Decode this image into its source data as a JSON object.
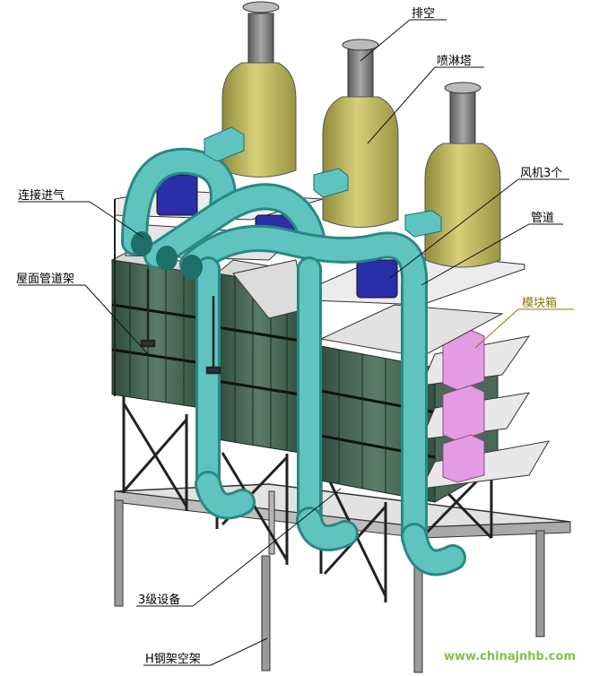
{
  "labels": {
    "exhaust": "排空",
    "spray_tower": "喷淋塔",
    "fans": "风机3个",
    "pipe": "管道",
    "inlet": "连接进气",
    "roof_pipe_rack": "屋面管道架",
    "module_box": "模块箱",
    "three_stage": "3级设备",
    "h_steel_frame": "H钢架空架"
  },
  "watermark": "www.chinajnhb.com",
  "colors": {
    "duct": "#4fb6b2",
    "tower": "#c8c26a",
    "fan": "#2a2ea8",
    "module": "#e49be4",
    "panel": "#3c5a4a",
    "frame": "#2a2a2a"
  }
}
